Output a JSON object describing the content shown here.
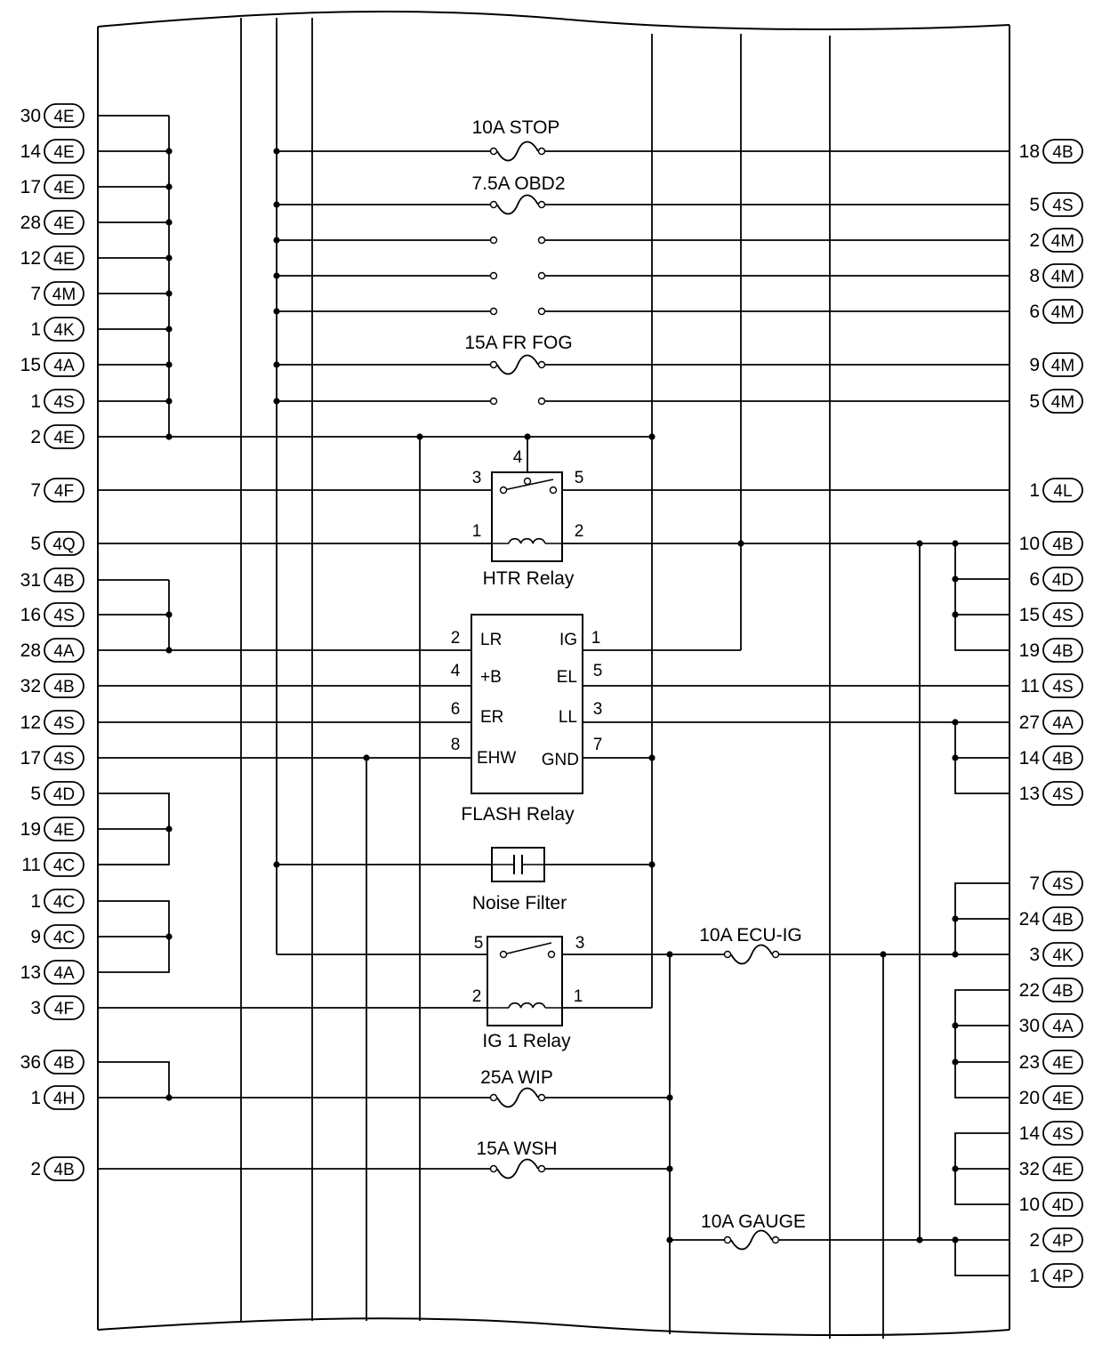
{
  "left_terminals": [
    {
      "num": "30",
      "conn": "4E"
    },
    {
      "num": "14",
      "conn": "4E"
    },
    {
      "num": "17",
      "conn": "4E"
    },
    {
      "num": "28",
      "conn": "4E"
    },
    {
      "num": "12",
      "conn": "4E"
    },
    {
      "num": "7",
      "conn": "4M"
    },
    {
      "num": "1",
      "conn": "4K"
    },
    {
      "num": "15",
      "conn": "4A"
    },
    {
      "num": "1",
      "conn": "4S"
    },
    {
      "num": "2",
      "conn": "4E"
    },
    {
      "num": "7",
      "conn": "4F"
    },
    {
      "num": "5",
      "conn": "4Q"
    },
    {
      "num": "31",
      "conn": "4B"
    },
    {
      "num": "16",
      "conn": "4S"
    },
    {
      "num": "28",
      "conn": "4A"
    },
    {
      "num": "32",
      "conn": "4B"
    },
    {
      "num": "12",
      "conn": "4S"
    },
    {
      "num": "17",
      "conn": "4S"
    },
    {
      "num": "5",
      "conn": "4D"
    },
    {
      "num": "19",
      "conn": "4E"
    },
    {
      "num": "11",
      "conn": "4C"
    },
    {
      "num": "1",
      "conn": "4C"
    },
    {
      "num": "9",
      "conn": "4C"
    },
    {
      "num": "13",
      "conn": "4A"
    },
    {
      "num": "3",
      "conn": "4F"
    },
    {
      "num": "36",
      "conn": "4B"
    },
    {
      "num": "1",
      "conn": "4H"
    },
    {
      "num": "2",
      "conn": "4B"
    }
  ],
  "right_terminals": [
    {
      "num": "18",
      "conn": "4B"
    },
    {
      "num": "5",
      "conn": "4S"
    },
    {
      "num": "2",
      "conn": "4M"
    },
    {
      "num": "8",
      "conn": "4M"
    },
    {
      "num": "6",
      "conn": "4M"
    },
    {
      "num": "9",
      "conn": "4M"
    },
    {
      "num": "5",
      "conn": "4M"
    },
    {
      "num": "1",
      "conn": "4L"
    },
    {
      "num": "10",
      "conn": "4B"
    },
    {
      "num": "6",
      "conn": "4D"
    },
    {
      "num": "15",
      "conn": "4S"
    },
    {
      "num": "19",
      "conn": "4B"
    },
    {
      "num": "11",
      "conn": "4S"
    },
    {
      "num": "27",
      "conn": "4A"
    },
    {
      "num": "14",
      "conn": "4B"
    },
    {
      "num": "13",
      "conn": "4S"
    },
    {
      "num": "7",
      "conn": "4S"
    },
    {
      "num": "24",
      "conn": "4B"
    },
    {
      "num": "3",
      "conn": "4K"
    },
    {
      "num": "22",
      "conn": "4B"
    },
    {
      "num": "30",
      "conn": "4A"
    },
    {
      "num": "23",
      "conn": "4E"
    },
    {
      "num": "20",
      "conn": "4E"
    },
    {
      "num": "14",
      "conn": "4S"
    },
    {
      "num": "32",
      "conn": "4E"
    },
    {
      "num": "10",
      "conn": "4D"
    },
    {
      "num": "2",
      "conn": "4P"
    },
    {
      "num": "1",
      "conn": "4P"
    }
  ],
  "fuses": {
    "stop": "10A STOP",
    "obd2": "7.5A OBD2",
    "frfog": "15A FR FOG",
    "ecuig": "10A ECU-IG",
    "wip": "25A WIP",
    "wsh": "15A WSH",
    "gauge": "10A GAUGE"
  },
  "htr_relay": {
    "label": "HTR Relay",
    "pin_3": "3",
    "pin_4": "4",
    "pin_5": "5",
    "pin_1": "1",
    "pin_2": "2"
  },
  "flash_relay": {
    "label": "FLASH Relay",
    "left_pins": [
      {
        "pin": "2",
        "name": "LR"
      },
      {
        "pin": "4",
        "name": "+B"
      },
      {
        "pin": "6",
        "name": "ER"
      },
      {
        "pin": "8",
        "name": "EHW"
      }
    ],
    "right_pins": [
      {
        "pin": "1",
        "name": "IG"
      },
      {
        "pin": "5",
        "name": "EL"
      },
      {
        "pin": "3",
        "name": "LL"
      },
      {
        "pin": "7",
        "name": "GND"
      }
    ]
  },
  "noise_filter": {
    "label": "Noise Filter"
  },
  "ig1_relay": {
    "label": "IG 1 Relay",
    "pin_5": "5",
    "pin_3": "3",
    "pin_2": "2",
    "pin_1": "1"
  }
}
